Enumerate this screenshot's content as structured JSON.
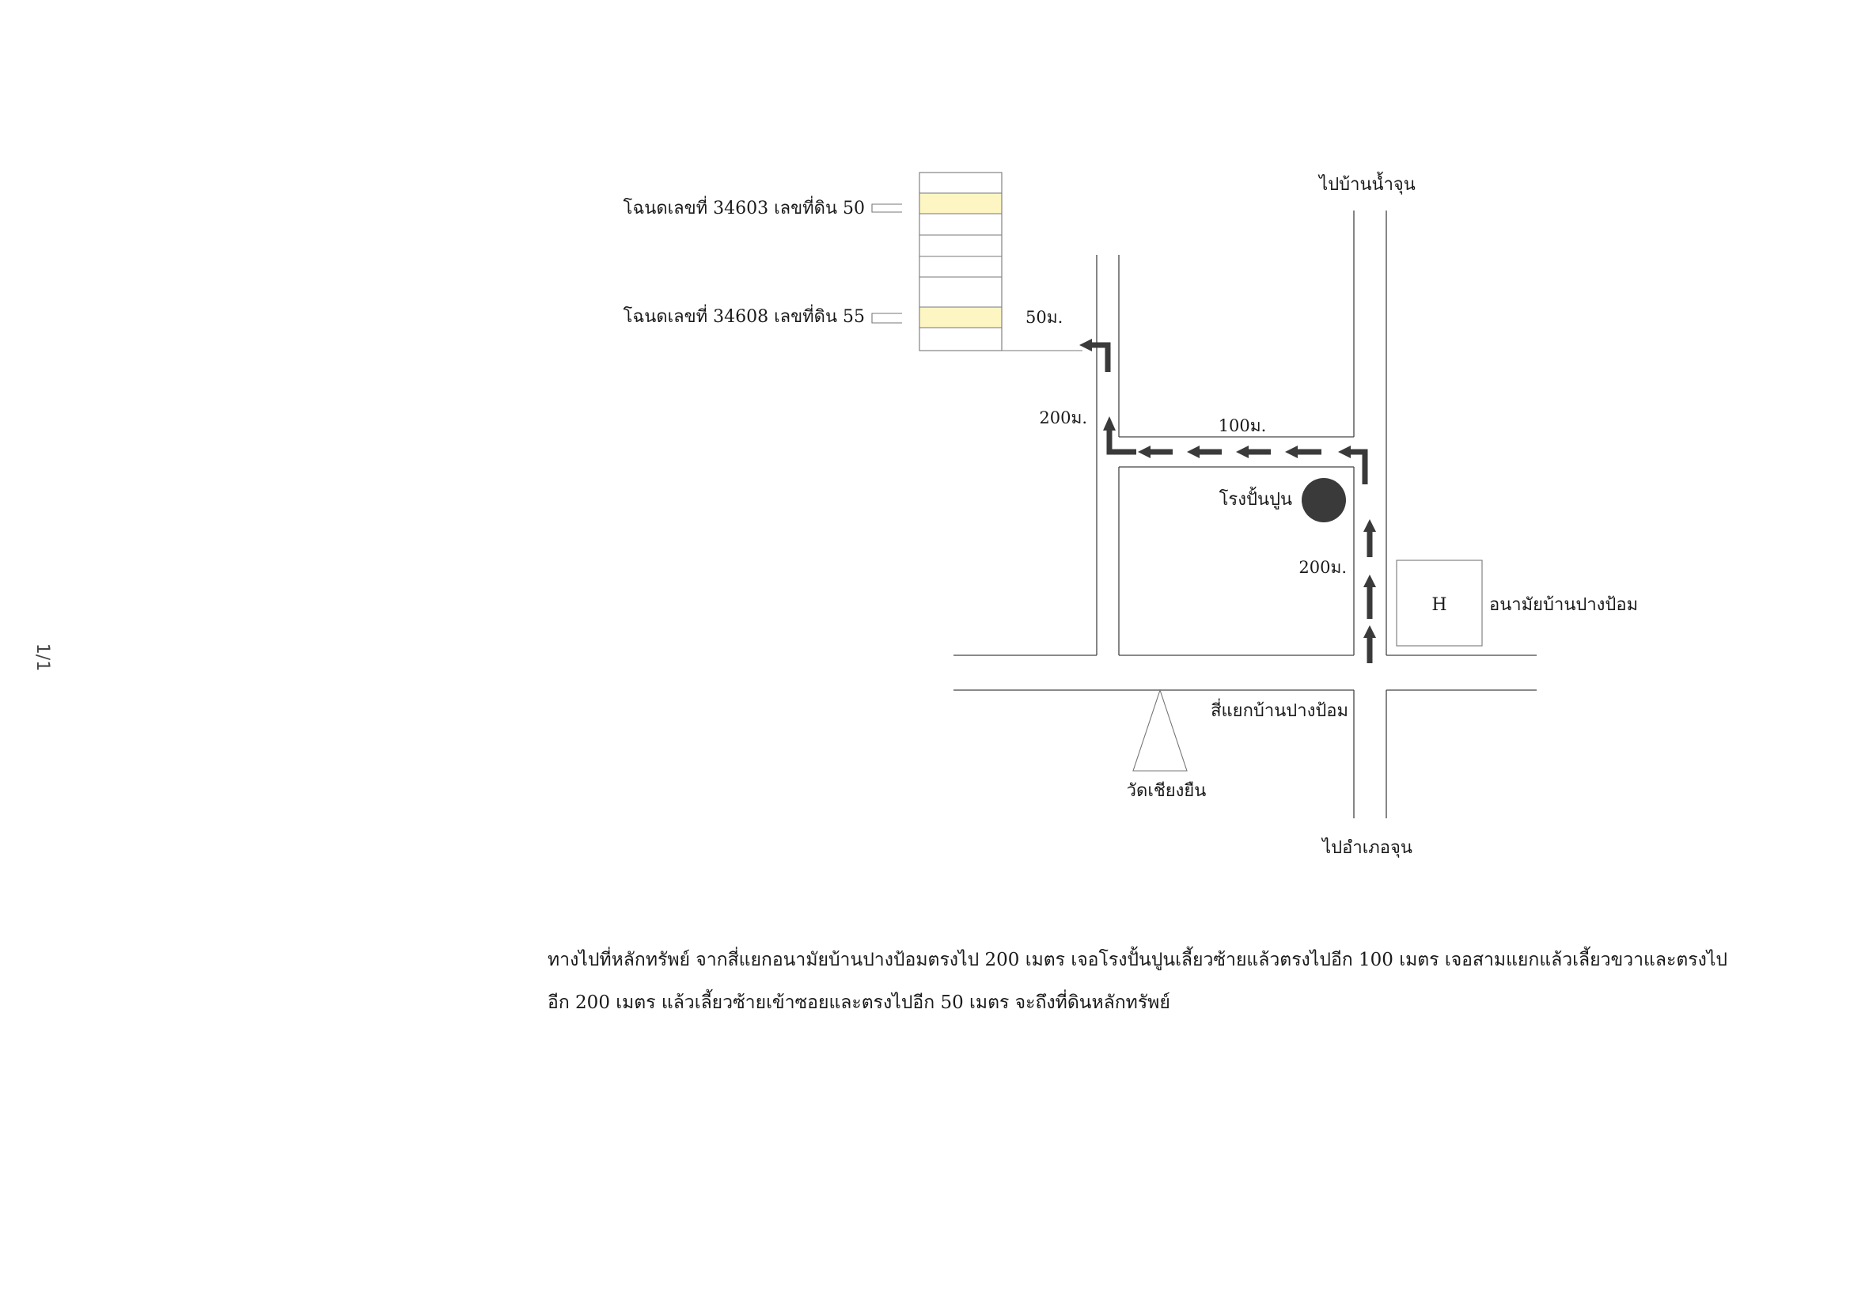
{
  "map": {
    "plots": [
      {
        "label": "โฉนดเลขที่ 34603 เลขที่ดิน 50"
      },
      {
        "label": "โฉนดเลขที่ 34608 เลขที่ดิน 55"
      }
    ],
    "distances": {
      "final_leg": "50ม.",
      "north_leg": "200ม.",
      "west_leg": "100ม.",
      "start_leg": "200ม."
    },
    "roads": {
      "north_destination": "ไปบ้านน้ำจุน",
      "south_destination": "ไปอำเภอจุน",
      "intersection": "สี่แยกบ้านปางป้อม"
    },
    "landmarks": {
      "factory": "โรงปั้นปูน",
      "health_center_symbol": "H",
      "health_center": "อนามัยบ้านปางป้อม",
      "temple": "วัดเชียงยืน"
    },
    "colors": {
      "plot_highlight": "#fdf6c3",
      "arrow": "#3a3a3a",
      "factory": "#3a3a3a"
    }
  },
  "description": {
    "line1": "ทางไปที่หลักทรัพย์ จากสี่แยกอนามัยบ้านปางป้อมตรงไป 200 เมตร เจอโรงปั้นปูนเลี้ยวซ้ายแล้วตรงไปอีก 100 เมตร เจอสามแยกแล้วเลี้ยวขวาและตรงไป",
    "line2": "อีก 200 เมตร แล้วเลี้ยวซ้ายเข้าซอยและตรงไปอีก 50 เมตร จะถึงที่ดินหลักทรัพย์"
  },
  "page_number": "1/1"
}
